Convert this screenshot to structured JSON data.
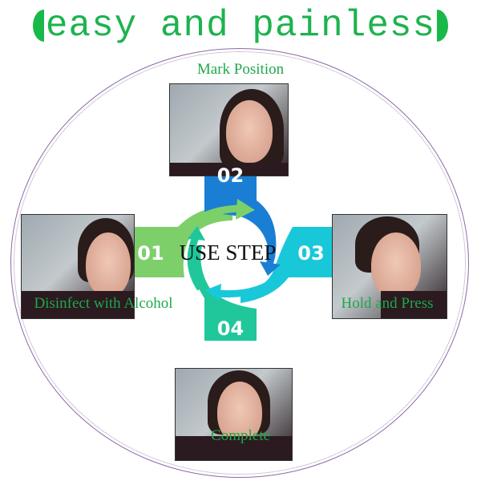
{
  "title": {
    "text": "easy and painless",
    "color": "#1db34f"
  },
  "center_label": "USE STEP",
  "steps": [
    {
      "number": "01",
      "label": "Disinfect with Alcohol",
      "color": "#7dcf6a",
      "photo": "woman-cleaning-ear-photo"
    },
    {
      "number": "02",
      "label": "Mark Position",
      "color": "#1a7fd4",
      "photo": "woman-marking-ear-photo"
    },
    {
      "number": "03",
      "label": "Hold and Press",
      "color": "#19c8d8",
      "photo": "woman-pressing-ear-photo"
    },
    {
      "number": "04",
      "label": "Complete",
      "color": "#1fc79a",
      "photo": "woman-touching-ear-photo"
    }
  ],
  "colors": {
    "label_green": "#1ea84a",
    "ring_purple": "#8c6aa8"
  }
}
